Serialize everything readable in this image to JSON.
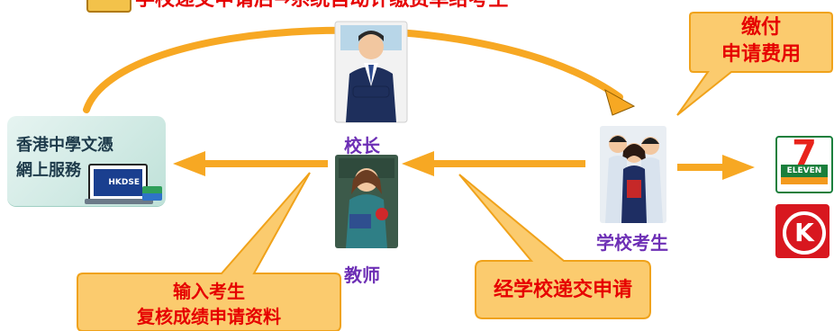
{
  "title": "学校递交申请后→系统自动计缴费单给考生",
  "roles": {
    "principal": "校长",
    "teacher": "教师",
    "student": "学校考生"
  },
  "callouts": {
    "pay": {
      "line1": "缴付",
      "line2": "申请费用"
    },
    "input": {
      "line1": "输入考生",
      "line2": "复核成绩申请资料"
    },
    "submit": "经学校递交申请"
  },
  "hkdse_portal": {
    "line1": "香港中學文憑",
    "line2": "網上服務",
    "screen_text": "HKDSE"
  },
  "stores": {
    "seven_eleven": {
      "mark": "7",
      "band": "ELEVEN"
    },
    "circle_k": {
      "mark": "K"
    }
  },
  "colors": {
    "arrow": "#f7a823",
    "callout_fill": "#fbcb6e",
    "callout_stroke": "#f0a21a",
    "title": "#e60000",
    "role_text": "#6d2fb5"
  }
}
